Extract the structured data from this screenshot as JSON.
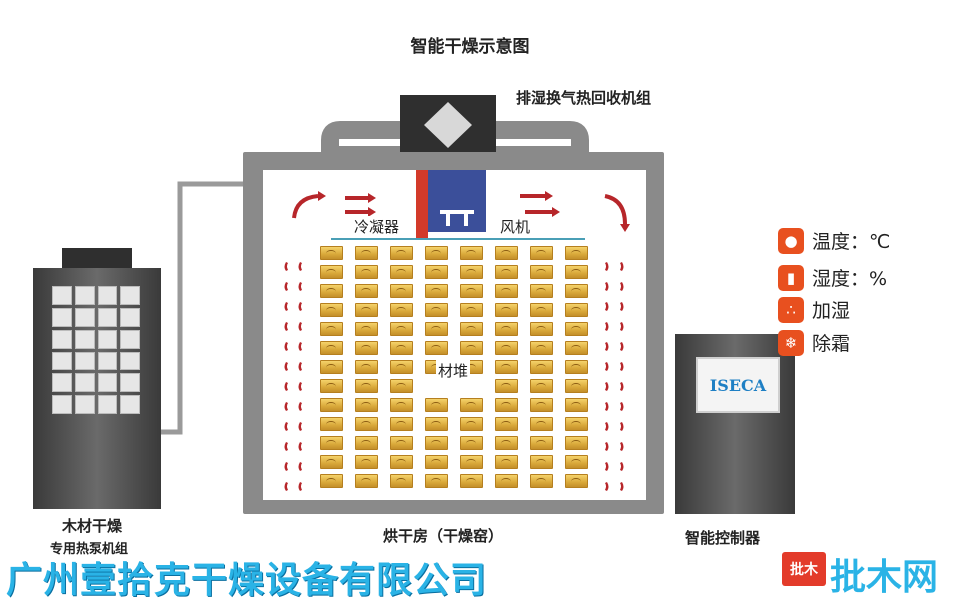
{
  "title": "智能干燥示意图",
  "recovery_unit_label": "排湿换气热回收机组",
  "condenser_label": "冷凝器",
  "fan_label": "风机",
  "pile_label": "材堆",
  "heatpump_label_1": "木材干燥",
  "heatpump_label_2": "专用热泵机组",
  "chamber_label": "烘干房（干燥窑）",
  "controller_label": "智能控制器",
  "controller_screen_text": "ISECA",
  "legend": [
    {
      "icon": "flame-icon",
      "label": "温度：℃"
    },
    {
      "icon": "thermometer-icon",
      "label": "湿度：%"
    },
    {
      "icon": "humidify-icon",
      "label": "加湿"
    },
    {
      "icon": "snowflake-icon",
      "label": "除霜"
    }
  ],
  "watermark_company": "广州壹拾克干燥设备有限公司",
  "watermark_logo": "批木",
  "watermark_site": "批木网",
  "colors": {
    "accent": "#e8501f",
    "arrow": "#b7262a",
    "duct": "#8a8a8a",
    "shelf": "#4a9fb6",
    "watermark": "#2ab3e6"
  }
}
